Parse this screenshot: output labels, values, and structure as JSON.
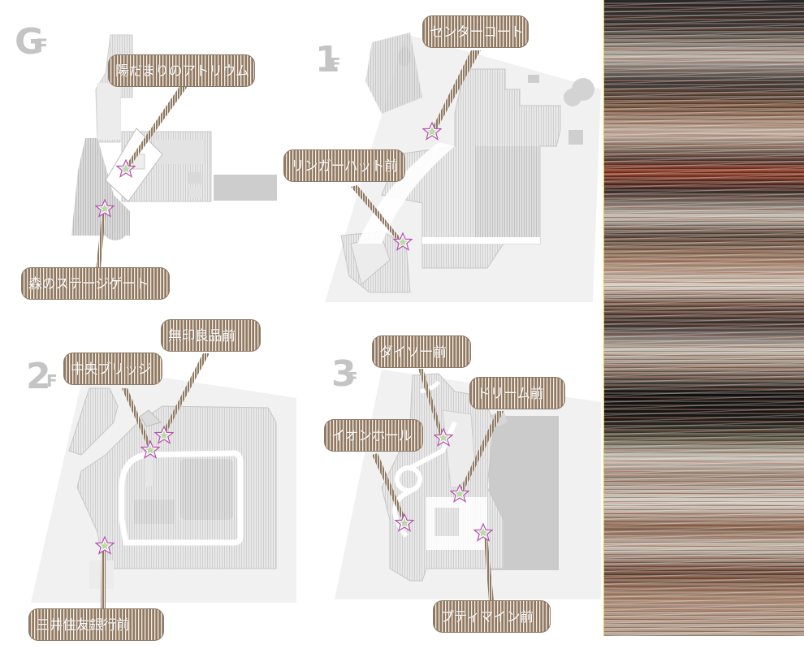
{
  "floors": [
    {
      "id": "GF",
      "label_main": "G",
      "label_sub": "F",
      "spots": [
        {
          "name": "陽だまりのアトリウム"
        },
        {
          "name": "森のステージゲート"
        }
      ]
    },
    {
      "id": "1F",
      "label_main": "1",
      "label_sub": "F",
      "spots": [
        {
          "name": "センターコート"
        },
        {
          "name": "リンガーハット前"
        }
      ]
    },
    {
      "id": "2F",
      "label_main": "2",
      "label_sub": "F",
      "spots": [
        {
          "name": "中央ブリッジ"
        },
        {
          "name": "無印良品前"
        },
        {
          "name": "三井住友銀行前"
        }
      ]
    },
    {
      "id": "3F",
      "label_main": "3",
      "label_sub": "F",
      "spots": [
        {
          "name": "ダイソー前"
        },
        {
          "name": "ドリーム前"
        },
        {
          "name": "イオンホール"
        },
        {
          "name": "プティマイン前"
        }
      ]
    }
  ],
  "colors": {
    "callout_bg": "#9b8a76",
    "floor_label": "#c4c4c4",
    "map_ground": "#efefef",
    "map_block": "#d8d8d8",
    "map_dark_block": "#c8c8c8",
    "star": "#ffffff"
  },
  "photo_panel": {
    "description": "glitched photo"
  }
}
